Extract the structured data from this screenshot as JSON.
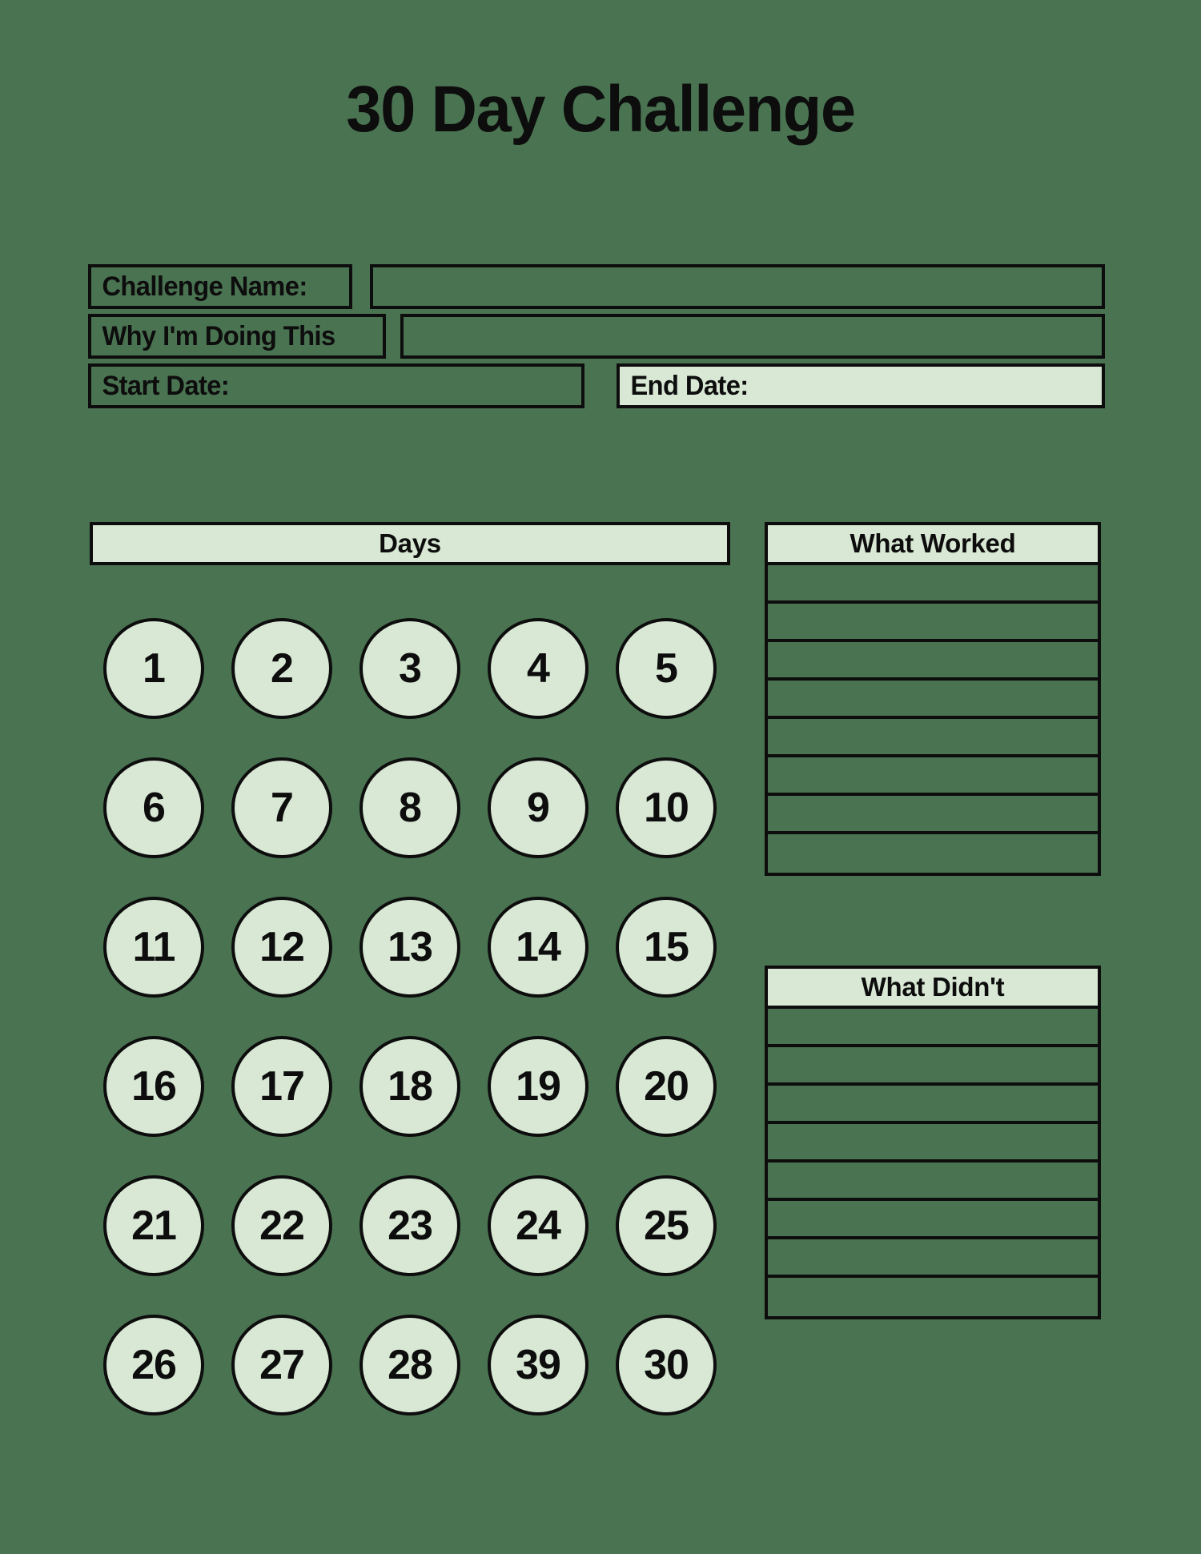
{
  "page": {
    "title": "30 Day Challenge",
    "background_color": "#4a7351",
    "fill_color": "#d8e8d4",
    "ink_color": "#0d0d0d"
  },
  "form": {
    "challenge_name": {
      "label": "Challenge Name:",
      "value": ""
    },
    "why_doing_this": {
      "label": "Why I'm Doing This",
      "value": ""
    },
    "start_date": {
      "label": "Start Date:",
      "value": ""
    },
    "end_date": {
      "label": "End Date:",
      "value": ""
    }
  },
  "days_panel": {
    "header": "Days",
    "days": [
      "1",
      "2",
      "3",
      "4",
      "5",
      "6",
      "7",
      "8",
      "9",
      "10",
      "11",
      "12",
      "13",
      "14",
      "15",
      "16",
      "17",
      "18",
      "19",
      "20",
      "21",
      "22",
      "23",
      "24",
      "25",
      "26",
      "27",
      "28",
      "39",
      "30"
    ]
  },
  "what_worked": {
    "header": "What Worked",
    "lines": [
      "",
      "",
      "",
      "",
      "",
      "",
      "",
      ""
    ]
  },
  "what_didnt": {
    "header": "What Didn't",
    "lines": [
      "",
      "",
      "",
      "",
      "",
      "",
      "",
      ""
    ]
  }
}
